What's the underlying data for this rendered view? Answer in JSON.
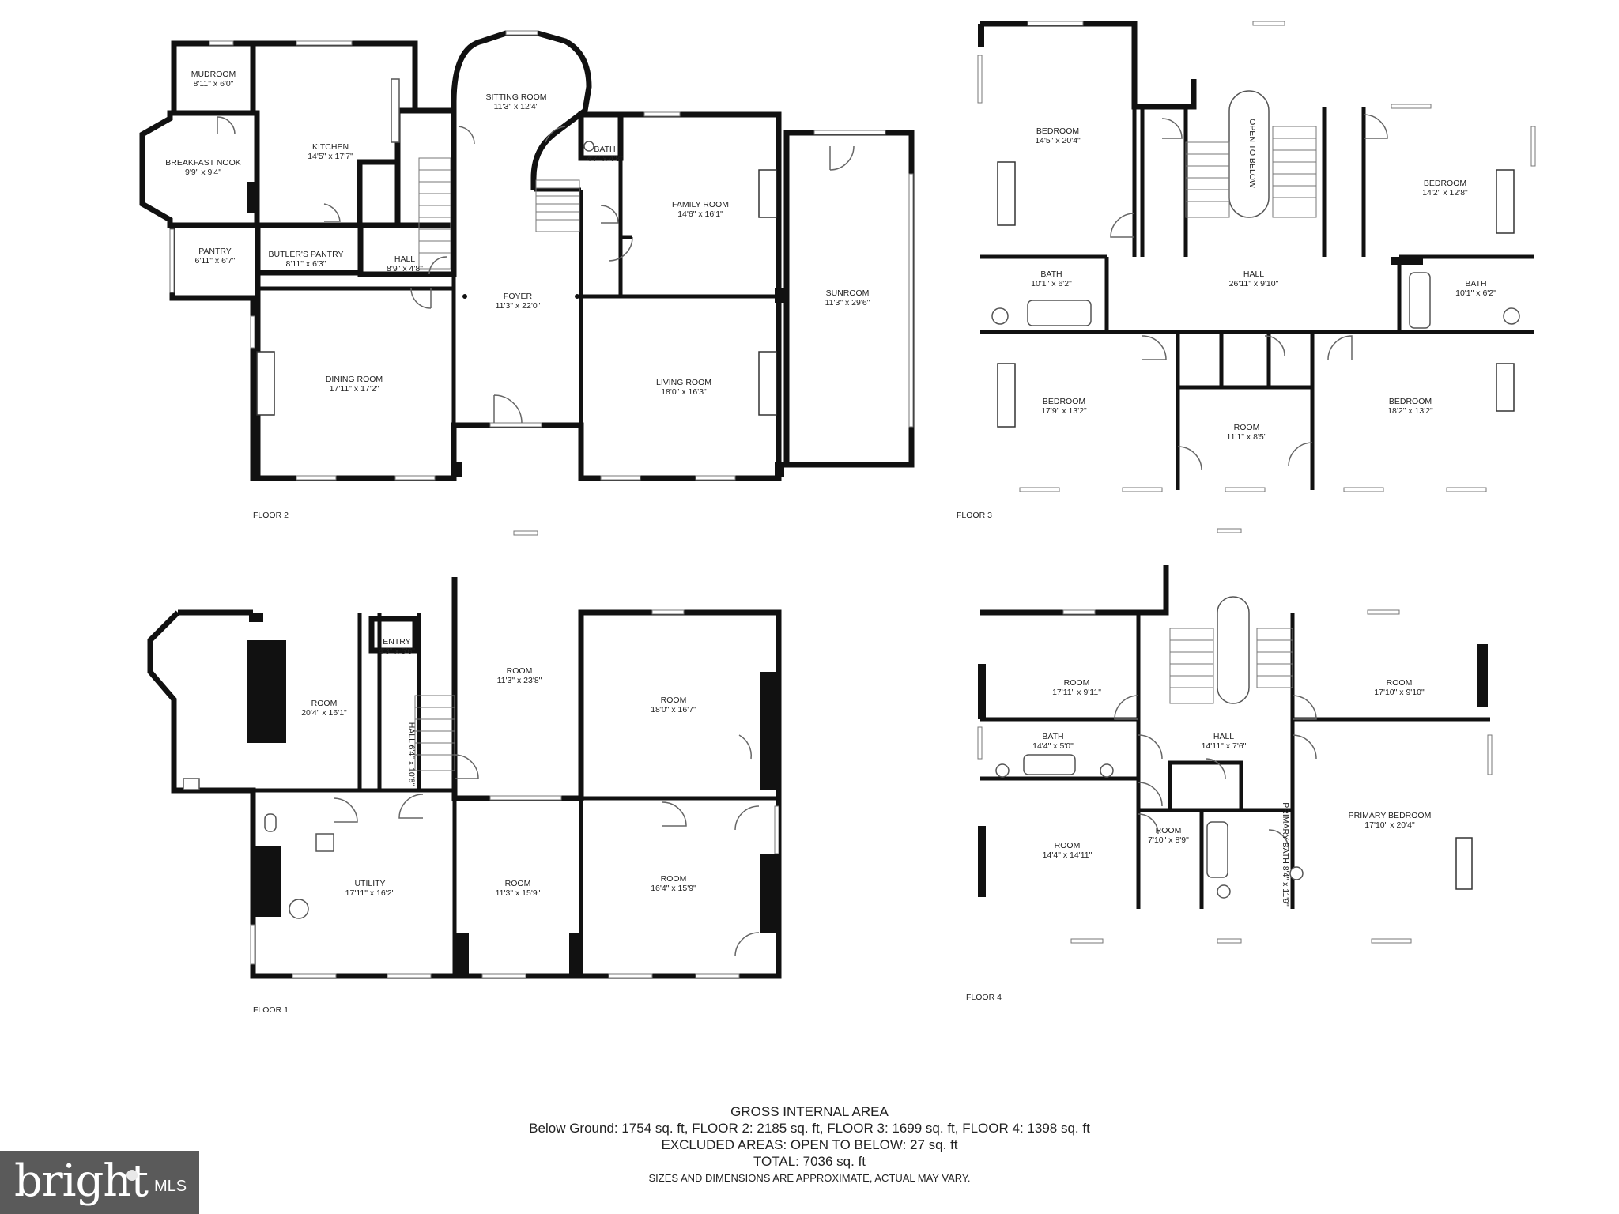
{
  "floors": {
    "floor2": {
      "label": "FLOOR 2",
      "rooms": [
        {
          "name": "MUDROOM",
          "dims": "8'11\" x 6'0\""
        },
        {
          "name": "KITCHEN",
          "dims": "14'5\" x 17'7\""
        },
        {
          "name": "BREAKFAST NOOK",
          "dims": "9'9\" x 9'4\""
        },
        {
          "name": "SITTING ROOM",
          "dims": "11'3\" x 12'4\""
        },
        {
          "name": "BATH",
          "dims": "4'7\" x 4'8\""
        },
        {
          "name": "FAMILY ROOM",
          "dims": "14'6\" x 16'1\""
        },
        {
          "name": "PANTRY",
          "dims": "6'11\" x 6'7\""
        },
        {
          "name": "BUTLER'S PANTRY",
          "dims": "8'11\" x 6'3\""
        },
        {
          "name": "HALL",
          "dims": "8'9\" x 4'8\""
        },
        {
          "name": "FOYER",
          "dims": "11'3\" x 22'0\""
        },
        {
          "name": "SUNROOM",
          "dims": "11'3\" x 29'6\""
        },
        {
          "name": "DINING ROOM",
          "dims": "17'11\" x 17'2\""
        },
        {
          "name": "LIVING ROOM",
          "dims": "18'0\" x 16'3\""
        }
      ]
    },
    "floor3": {
      "label": "FLOOR 3",
      "open_to_below": "OPEN TO BELOW",
      "rooms": [
        {
          "name": "BEDROOM",
          "dims": "14'5\" x 20'4\""
        },
        {
          "name": "BEDROOM",
          "dims": "14'2\" x 12'8\""
        },
        {
          "name": "BATH",
          "dims": "10'1\" x 6'2\""
        },
        {
          "name": "HALL",
          "dims": "26'11\" x 9'10\""
        },
        {
          "name": "BATH",
          "dims": "10'1\" x 6'2\""
        },
        {
          "name": "BEDROOM",
          "dims": "17'9\" x 13'2\""
        },
        {
          "name": "ROOM",
          "dims": "11'1\" x 8'5\""
        },
        {
          "name": "BEDROOM",
          "dims": "18'2\" x 13'2\""
        }
      ]
    },
    "floor1": {
      "label": "FLOOR 1",
      "hall_vertical": {
        "name": "HALL",
        "dims": "6'4\" x 10'8\""
      },
      "rooms": [
        {
          "name": "ENTRY",
          "dims": "4'3\" x 5'6\""
        },
        {
          "name": "ROOM",
          "dims": "20'4\" x 16'1\""
        },
        {
          "name": "ROOM",
          "dims": "11'3\" x 23'8\""
        },
        {
          "name": "ROOM",
          "dims": "18'0\" x 16'7\""
        },
        {
          "name": "UTILITY",
          "dims": "17'11\" x 16'2\""
        },
        {
          "name": "ROOM",
          "dims": "11'3\" x 15'9\""
        },
        {
          "name": "ROOM",
          "dims": "16'4\" x 15'9\""
        }
      ]
    },
    "floor4": {
      "label": "FLOOR 4",
      "primary_bath_vertical": {
        "name": "PRIMARY BATH",
        "dims": "8'4\" x 11'9\""
      },
      "rooms": [
        {
          "name": "ROOM",
          "dims": "17'11\" x 9'11\""
        },
        {
          "name": "ROOM",
          "dims": "17'10\" x 9'10\""
        },
        {
          "name": "BATH",
          "dims": "14'4\" x 5'0\""
        },
        {
          "name": "HALL",
          "dims": "14'11\" x 7'6\""
        },
        {
          "name": "ROOM",
          "dims": "14'4\" x 14'11\""
        },
        {
          "name": "ROOM",
          "dims": "7'10\" x 8'9\""
        },
        {
          "name": "PRIMARY BEDROOM",
          "dims": "17'10\" x 20'4\""
        }
      ]
    }
  },
  "gross_internal_area": {
    "title": "GROSS INTERNAL AREA",
    "line1": "Below Ground: 1754 sq. ft, FLOOR 2: 2185 sq. ft, FLOOR 3: 1699 sq. ft, FLOOR 4: 1398 sq. ft",
    "line2": "EXCLUDED AREAS: OPEN TO BELOW: 27 sq. ft",
    "line3": "TOTAL: 7036 sq. ft",
    "note": "SIZES AND DIMENSIONS ARE APPROXIMATE, ACTUAL MAY VARY."
  },
  "logo": {
    "brand": "bright",
    "suffix": "MLS"
  }
}
